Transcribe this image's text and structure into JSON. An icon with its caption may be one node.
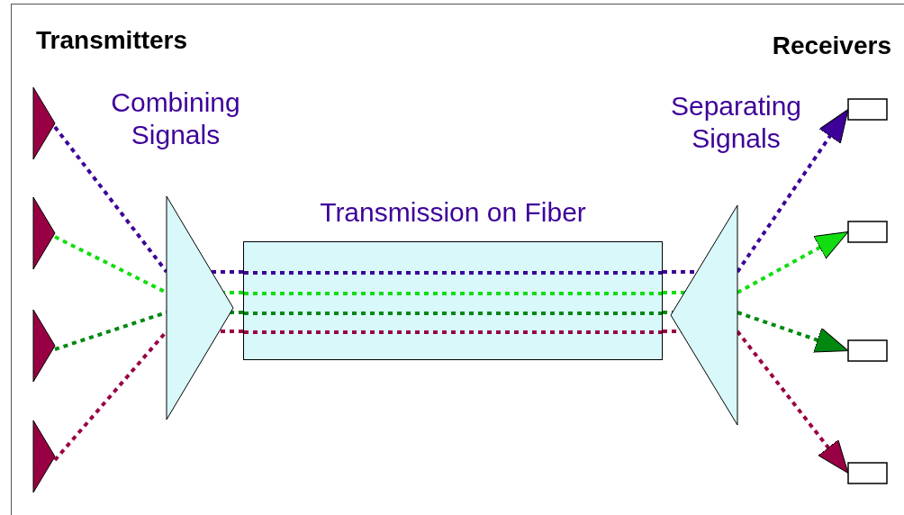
{
  "diagram": {
    "nodes": [
      {
        "text": [],
        "shape": "triangle"
      },
      {
        "text": [],
        "shape": "triangle"
      },
      {
        "text": [],
        "shape": "triangle"
      },
      {
        "text": [],
        "shape": "triangle"
      },
      {
        "text": [],
        "shape": "triangle"
      },
      {
        "text": [
          "Transmission on Fiber"
        ]
      },
      {
        "text": [],
        "shape": "triangle"
      },
      {
        "text": [],
        "shape": "box"
      },
      {
        "text": [],
        "shape": "box"
      },
      {
        "text": [],
        "shape": "box"
      },
      {
        "text": [],
        "shape": "box"
      }
    ],
    "edges": [
      {
        "from": 0,
        "to": 4,
        "arrow": "none",
        "style": "dashed",
        "color": "#3d0099"
      },
      {
        "from": 4,
        "to": 5,
        "arrow": "none",
        "style": "dashed",
        "color": "#3d0099"
      },
      {
        "from": 5,
        "to": 6,
        "arrow": "none",
        "style": "dashed",
        "color": "#3d0099"
      },
      {
        "from": 6,
        "to": 7,
        "arrow": "to",
        "style": "dashed",
        "color": "#3d0099"
      },
      {
        "from": 1,
        "to": 4,
        "arrow": "none",
        "style": "dashed",
        "color": "#11dd11"
      },
      {
        "from": 4,
        "to": 5,
        "arrow": "none",
        "style": "dashed",
        "color": "#11dd11"
      },
      {
        "from": 5,
        "to": 6,
        "arrow": "none",
        "style": "dashed",
        "color": "#11dd11"
      },
      {
        "from": 6,
        "to": 8,
        "arrow": "to",
        "style": "dashed",
        "color": "#11dd11"
      },
      {
        "from": 2,
        "to": 4,
        "arrow": "none",
        "style": "dashed",
        "color": "#008811"
      },
      {
        "from": 4,
        "to": 5,
        "arrow": "none",
        "style": "dashed",
        "color": "#008811"
      },
      {
        "from": 5,
        "to": 6,
        "arrow": "none",
        "style": "dashed",
        "color": "#008811"
      },
      {
        "from": 6,
        "to": 9,
        "arrow": "to",
        "style": "dashed",
        "color": "#008811"
      },
      {
        "from": 3,
        "to": 4,
        "arrow": "none",
        "style": "dashed",
        "color": "#990044"
      },
      {
        "from": 4,
        "to": 5,
        "arrow": "none",
        "style": "dashed",
        "color": "#990044"
      },
      {
        "from": 5,
        "to": 6,
        "arrow": "none",
        "style": "dashed",
        "color": "#990044"
      },
      {
        "from": 6,
        "to": 10,
        "arrow": "to",
        "style": "dashed",
        "color": "#990044"
      }
    ],
    "labels": [
      "Transmitters",
      "Receivers",
      "Combining Signals",
      "Separating Signals"
    ]
  }
}
